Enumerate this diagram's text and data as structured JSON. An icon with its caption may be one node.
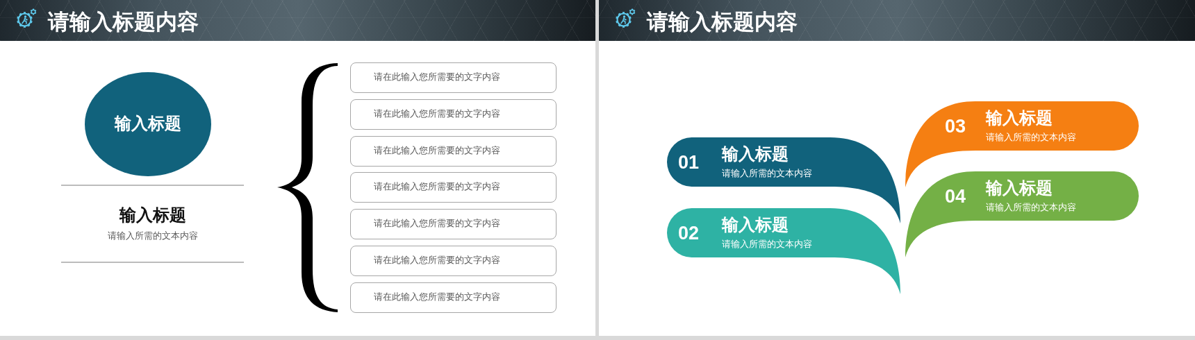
{
  "diagram": {
    "nodes": [
      {
        "text": [
          "请输入标题内容"
        ]
      },
      {
        "text": [
          "输入标题"
        ]
      },
      {
        "text": [],
        "shape": "brace"
      },
      {
        "text": [
          "请在此输入您所需要的文字内容"
        ]
      },
      {
        "text": [
          "请在此输入您所需要的文字内容"
        ]
      },
      {
        "text": [
          "请在此输入您所需要的文字内容"
        ]
      },
      {
        "text": [
          "请在此输入您所需要的文字内容"
        ]
      },
      {
        "text": [
          "请在此输入您所需要的文字内容"
        ]
      },
      {
        "text": [
          "请在此输入您所需要的文字内容"
        ]
      },
      {
        "text": [
          "请在此输入您所需要的文字内容"
        ]
      },
      {
        "text": [
          "请输入标题内容"
        ]
      },
      {
        "text": [
          "01",
          "输入标题",
          "请输入所需的文本内容"
        ]
      },
      {
        "text": [
          "02",
          "输入标题",
          "请输入所需的文本内容"
        ]
      },
      {
        "text": [
          "03",
          "输入标题",
          "请输入所需的文本内容"
        ]
      },
      {
        "text": [
          "04",
          "输入标题",
          "请输入所需的文本内容"
        ]
      }
    ],
    "labels": [
      "输入标题",
      "请输入所需的文本内容"
    ]
  }
}
